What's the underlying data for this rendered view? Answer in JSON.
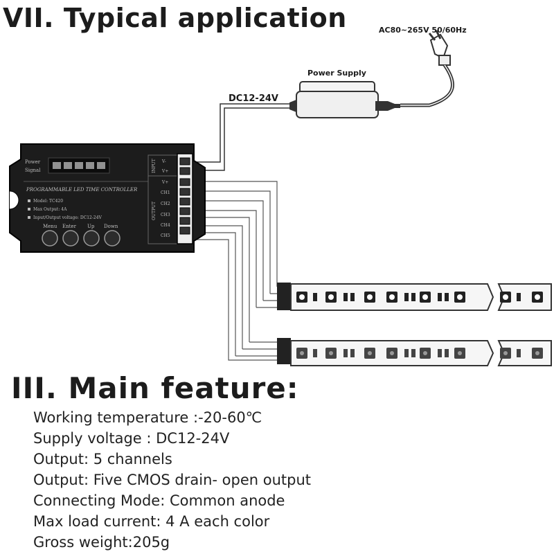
{
  "headings": {
    "application": "VII. Typical application",
    "feature": "III. Main feature:"
  },
  "diagram": {
    "mains_label": "AC80~265V 50/60Hz",
    "psu_label": "Power Supply",
    "dc_label": "DC12-24V",
    "controller": {
      "indicator_power": "Power",
      "indicator_signal": "Signal",
      "title": "PROGRAMMABLE LED TIME CONTROLLER",
      "spec_lines": [
        "Model: TC420",
        "Max Output: 4A",
        "Input/Output voltage: DC12-24V"
      ],
      "buttons": [
        "Menu",
        "Enter",
        "Up",
        "Down"
      ],
      "input_group": "INPUT",
      "output_group": "OUTPUT",
      "input_terminals": [
        "V-",
        "V+"
      ],
      "output_terminals": [
        "V+",
        "CH1",
        "CH2",
        "CH3",
        "CH4",
        "CH5"
      ]
    }
  },
  "features": [
    "Working temperature :-20-60℃",
    "Supply voltage : DC12-24V",
    "Output: 5 channels",
    "Output: Five CMOS drain- open output",
    "Connecting Mode: Common anode",
    "Max load current: 4 A each color",
    "Gross weight:205g"
  ]
}
